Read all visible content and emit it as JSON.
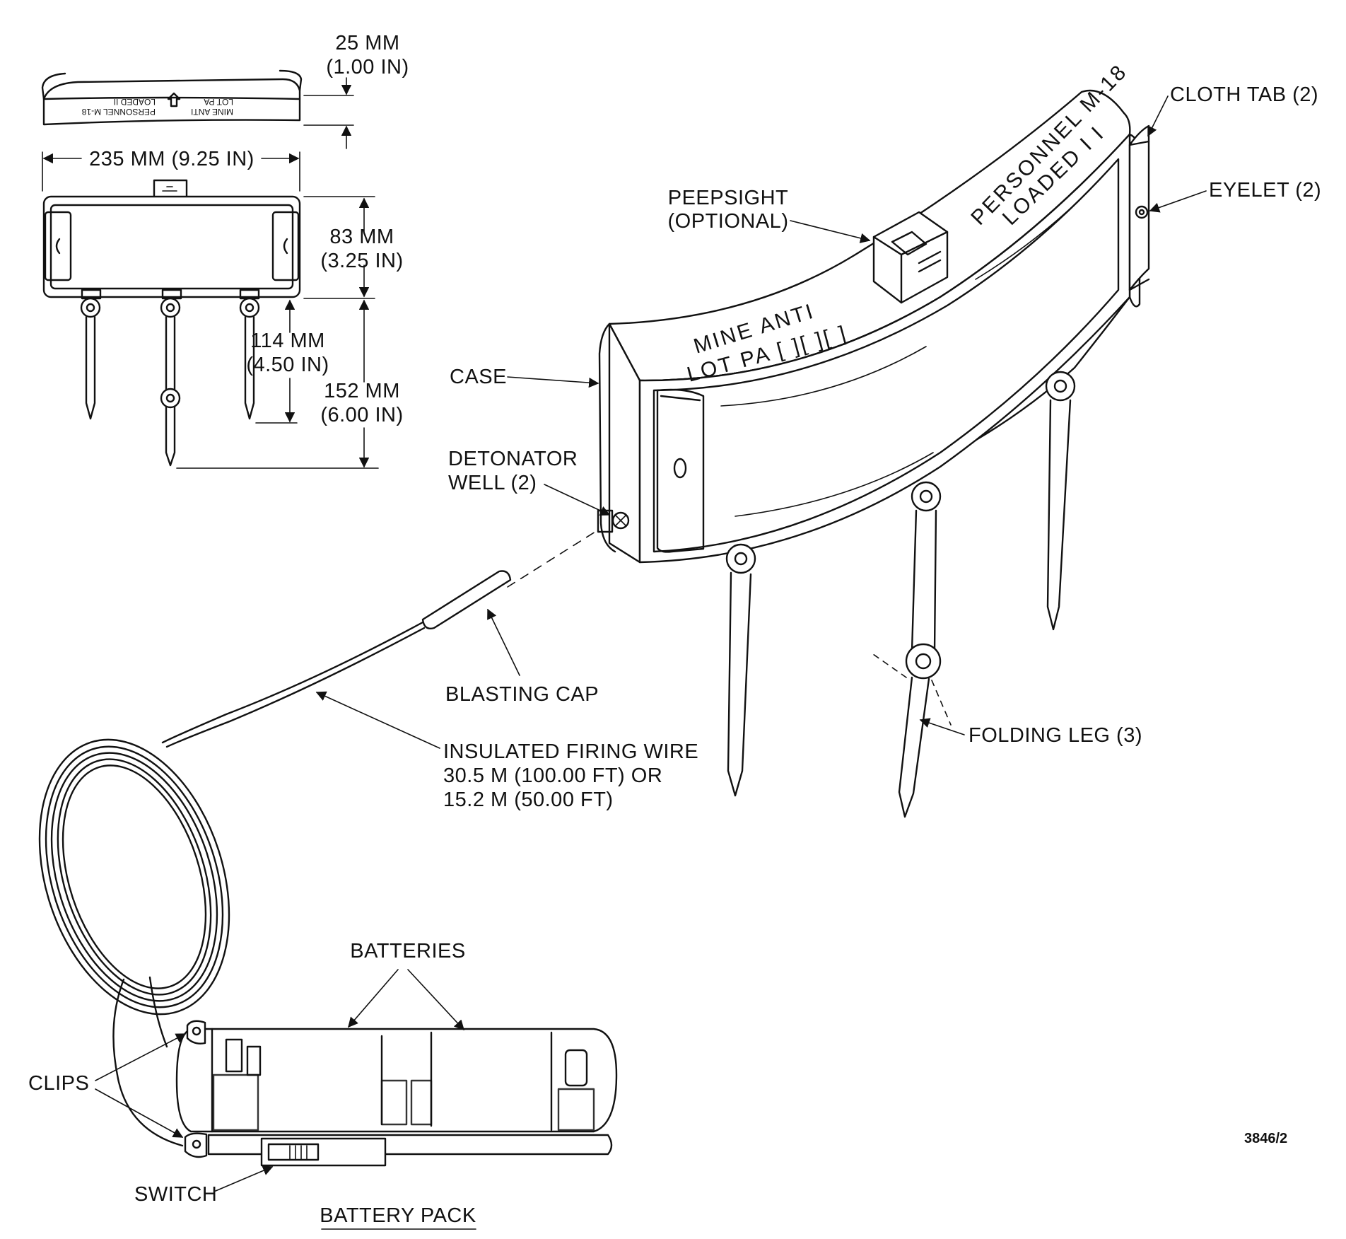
{
  "labels": {
    "dim_thickness_mm": "25 MM",
    "dim_thickness_in": "(1.00 IN)",
    "dim_width": "235 MM (9.25 IN)",
    "dim_height_mm": "83 MM",
    "dim_height_in": "(3.25 IN)",
    "dim_leg_mm": "114 MM",
    "dim_leg_in": "(4.50 IN)",
    "dim_total_mm": "152 MM",
    "dim_total_in": "(6.00 IN)",
    "cloth_tab": "CLOTH TAB (2)",
    "eyelet": "EYELET (2)",
    "peepsight_1": "PEEPSIGHT",
    "peepsight_2": "(OPTIONAL)",
    "case": "CASE",
    "detonator_1": "DETONATOR",
    "detonator_2": "WELL (2)",
    "blasting_cap": "BLASTING CAP",
    "firing_wire_1": "INSULATED FIRING WIRE",
    "firing_wire_2": "30.5 M (100.00 FT)  OR",
    "firing_wire_3": "15.2 M (50.00 FT)",
    "folding_leg": "FOLDING LEG (3)",
    "batteries": "BATTERIES",
    "clips": "CLIPS",
    "switch": "SWITCH",
    "battery_pack": "BATTERY PACK",
    "figure_number": "3846/2"
  },
  "case_markings": {
    "line_1": "MINE  ANTI",
    "line_2": "LOT  PA [ ][ ][ ]",
    "line_3": "PERSONNEL M-18",
    "line_4": "LOADED  I I"
  },
  "mini_markings": {
    "line_1": "MINE ANTI",
    "line_2": "LOT PA",
    "line_3": "PERSONNEL M-18",
    "line_4": "LOADED II"
  }
}
